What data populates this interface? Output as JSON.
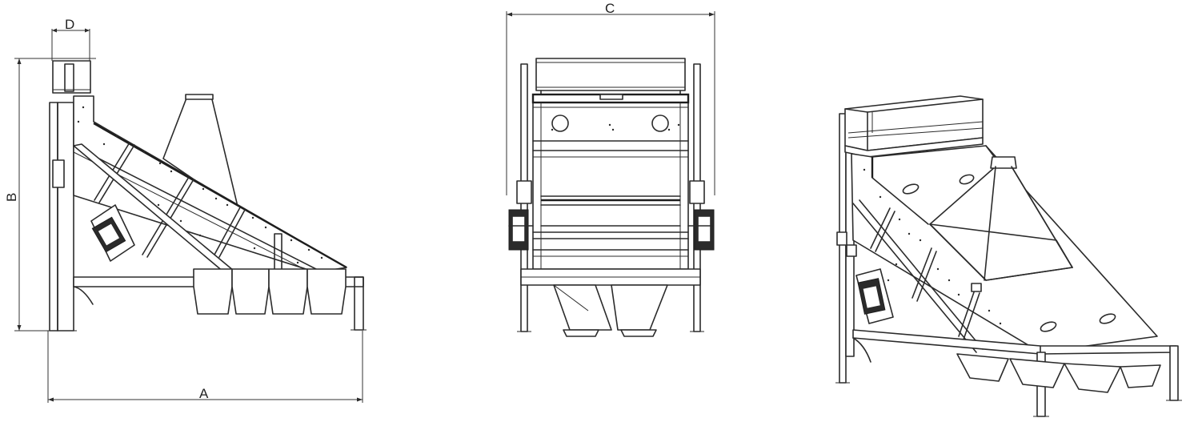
{
  "dimension_labels": {
    "a": "A",
    "b": "B",
    "c": "C",
    "d": "D"
  },
  "colors": {
    "line": "#2b2b2b",
    "background": "#ffffff"
  }
}
